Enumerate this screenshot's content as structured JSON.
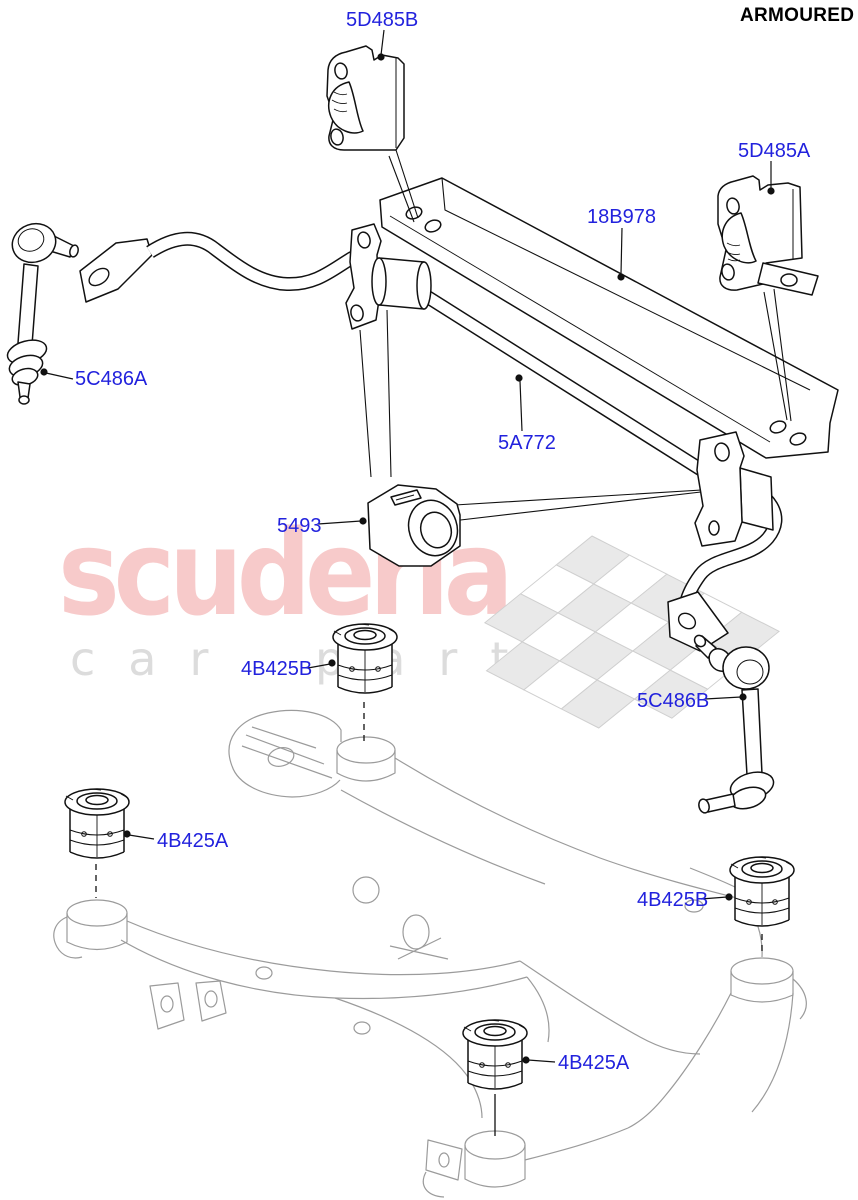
{
  "page": {
    "variant_note": "ARMOURED"
  },
  "watermark": {
    "brand": "scuderia",
    "subtext": "car parts"
  },
  "colors": {
    "label_blue": "#2222dd",
    "note_black": "#000000",
    "watermark_pink": "#f7caca",
    "watermark_gray": "#dcdcdc",
    "part_line": "#111111",
    "subframe_gray": "#9b9b9b",
    "flag_fill": "#e9e9e9",
    "flag_stroke": "#cfcfcf"
  },
  "callouts": [
    {
      "id": "5D485B",
      "label": "5D485B",
      "part": "stabilizer bar clamp bracket (left)"
    },
    {
      "id": "5D485A",
      "label": "5D485A",
      "part": "stabilizer bar clamp bracket (right)"
    },
    {
      "id": "18B978",
      "label": "18B978",
      "part": "mounting plate"
    },
    {
      "id": "5C486A",
      "label": "5C486A",
      "part": "stabilizer link (left)"
    },
    {
      "id": "5A772",
      "label": "5A772",
      "part": "rear stabilizer bar"
    },
    {
      "id": "5493",
      "label": "5493",
      "part": "stabilizer bar bushing"
    },
    {
      "id": "4B425B-1",
      "label": "4B425B",
      "part": "subframe bushing"
    },
    {
      "id": "5C486B",
      "label": "5C486B",
      "part": "stabilizer link (right)"
    },
    {
      "id": "4B425A-1",
      "label": "4B425A",
      "part": "subframe bushing"
    },
    {
      "id": "4B425B-2",
      "label": "4B425B",
      "part": "subframe bushing"
    },
    {
      "id": "4B425A-2",
      "label": "4B425A",
      "part": "subframe bushing"
    }
  ]
}
